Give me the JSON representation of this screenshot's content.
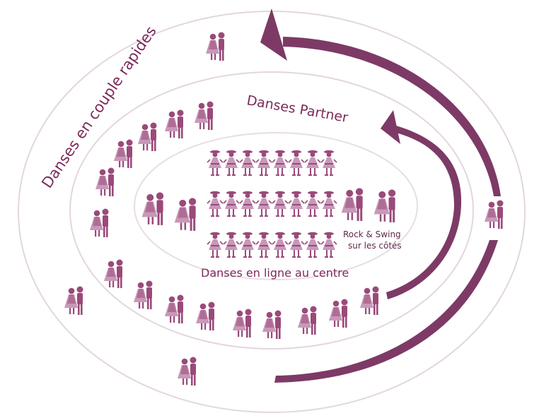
{
  "labels": {
    "outer_ring": "Danses en couple rapides",
    "middle_ring": "Danses Partner",
    "center": "Danses en ligne au centre",
    "sides_line1": "Rock & Swing",
    "sides_line2": "sur les côtés"
  },
  "colors": {
    "accent": "#7d2a5b",
    "arrow": "#7d3a66",
    "ring": "#e3d6de",
    "figure": "#9a4a7a",
    "figure_light": "#c898b8"
  },
  "icons": {
    "couple": "dancing-couple-icon",
    "line_dancer": "line-dancer-icon"
  },
  "line_dance_grid": {
    "rows": 3,
    "columns": 8
  }
}
